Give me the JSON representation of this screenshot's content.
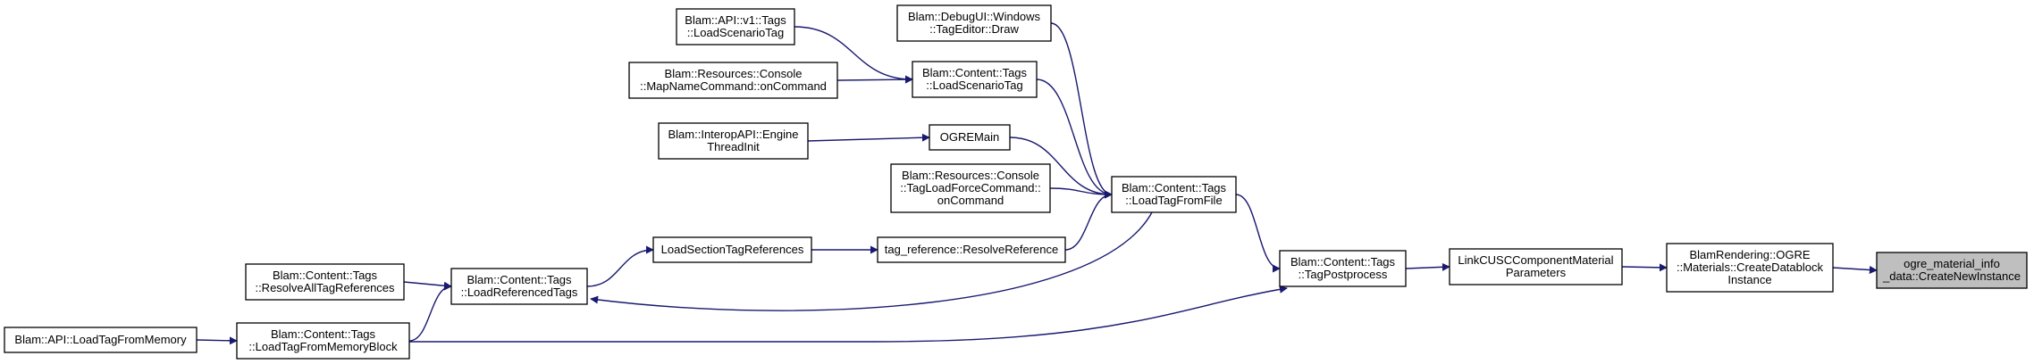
{
  "diagram": {
    "edge_color": "#191970",
    "highlight_fill": "#bfbfbf",
    "nodes": [
      {
        "id": "create_new_instance",
        "lines": [
          "ogre_material_info",
          "_data::CreateNewInstance"
        ],
        "highlight": true
      },
      {
        "id": "create_datablock_instance",
        "lines": [
          "BlamRendering::OGRE",
          "::Materials::CreateDatablock",
          "Instance"
        ]
      },
      {
        "id": "link_cusc",
        "lines": [
          "LinkCUSCComponentMaterial",
          "Parameters"
        ]
      },
      {
        "id": "tag_postprocess",
        "lines": [
          "Blam::Content::Tags",
          "::TagPostprocess"
        ]
      },
      {
        "id": "load_tag_from_file",
        "lines": [
          "Blam::Content::Tags",
          "::LoadTagFromFile"
        ]
      },
      {
        "id": "load_scenario_tag_content",
        "lines": [
          "Blam::Content::Tags",
          "::LoadScenarioTag"
        ]
      },
      {
        "id": "api_load_scenario_tag",
        "lines": [
          "Blam::API::v1::Tags",
          "::LoadScenarioTag"
        ]
      },
      {
        "id": "map_name_command",
        "lines": [
          "Blam::Resources::Console",
          "::MapNameCommand::onCommand"
        ]
      },
      {
        "id": "tag_editor_draw",
        "lines": [
          "Blam::DebugUI::Windows",
          "::TagEditor::Draw"
        ]
      },
      {
        "id": "ogre_main",
        "lines": [
          "OGREMain"
        ]
      },
      {
        "id": "engine_thread_init",
        "lines": [
          "Blam::InteropAPI::Engine",
          "ThreadInit"
        ]
      },
      {
        "id": "tag_load_force_command",
        "lines": [
          "Blam::Resources::Console",
          "::TagLoadForceCommand::",
          "onCommand"
        ]
      },
      {
        "id": "resolve_reference",
        "lines": [
          "tag_reference::ResolveReference"
        ]
      },
      {
        "id": "load_section_tag_references",
        "lines": [
          "LoadSectionTagReferences"
        ]
      },
      {
        "id": "load_referenced_tags",
        "lines": [
          "Blam::Content::Tags",
          "::LoadReferencedTags"
        ]
      },
      {
        "id": "resolve_all_tag_references",
        "lines": [
          "Blam::Content::Tags",
          "::ResolveAllTagReferences"
        ]
      },
      {
        "id": "load_tag_from_memory_block",
        "lines": [
          "Blam::Content::Tags",
          "::LoadTagFromMemoryBlock"
        ]
      },
      {
        "id": "api_load_tag_from_memory",
        "lines": [
          "Blam::API::LoadTagFromMemory"
        ]
      }
    ],
    "edges": [
      {
        "from": "create_datablock_instance",
        "to": "create_new_instance"
      },
      {
        "from": "link_cusc",
        "to": "create_datablock_instance"
      },
      {
        "from": "tag_postprocess",
        "to": "link_cusc"
      },
      {
        "from": "load_tag_from_file",
        "to": "tag_postprocess"
      },
      {
        "from": "load_tag_from_memory_block",
        "to": "tag_postprocess"
      },
      {
        "from": "load_scenario_tag_content",
        "to": "load_tag_from_file"
      },
      {
        "from": "tag_editor_draw",
        "to": "load_tag_from_file"
      },
      {
        "from": "ogre_main",
        "to": "load_tag_from_file"
      },
      {
        "from": "tag_load_force_command",
        "to": "load_tag_from_file"
      },
      {
        "from": "resolve_reference",
        "to": "load_tag_from_file"
      },
      {
        "from": "load_tag_from_file",
        "to": "load_referenced_tags"
      },
      {
        "from": "api_load_scenario_tag",
        "to": "load_scenario_tag_content"
      },
      {
        "from": "map_name_command",
        "to": "load_scenario_tag_content"
      },
      {
        "from": "engine_thread_init",
        "to": "ogre_main"
      },
      {
        "from": "load_section_tag_references",
        "to": "resolve_reference"
      },
      {
        "from": "load_referenced_tags",
        "to": "load_section_tag_references"
      },
      {
        "from": "resolve_all_tag_references",
        "to": "load_referenced_tags"
      },
      {
        "from": "load_tag_from_memory_block",
        "to": "load_referenced_tags"
      },
      {
        "from": "api_load_tag_from_memory",
        "to": "load_tag_from_memory_block"
      }
    ]
  }
}
